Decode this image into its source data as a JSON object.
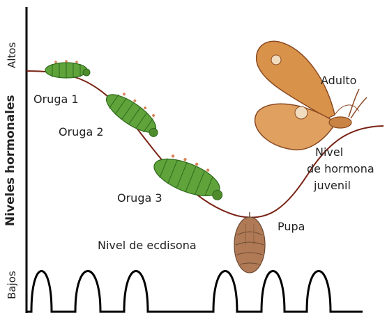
{
  "axis": {
    "title": "Niveles hormonales",
    "high": "Altos",
    "low": "Bajos"
  },
  "labels": {
    "larva1": "Oruga 1",
    "larva2": "Oruga 2",
    "larva3": "Oruga 3",
    "pupa": "Pupa",
    "adult": "Adulto",
    "jh_line1": "Nivel",
    "jh_line2": "de hormona",
    "jh_line3": "juvenil",
    "ecdysone": "Nivel de ecdisona"
  },
  "colors": {
    "curve": "#7a2416",
    "caterpillar": "#5fa33a",
    "caterpillar_dark": "#2f6a1e",
    "moth": "#d9924a",
    "moth_dark": "#8a4a22",
    "pupa": "#b07a56"
  }
}
